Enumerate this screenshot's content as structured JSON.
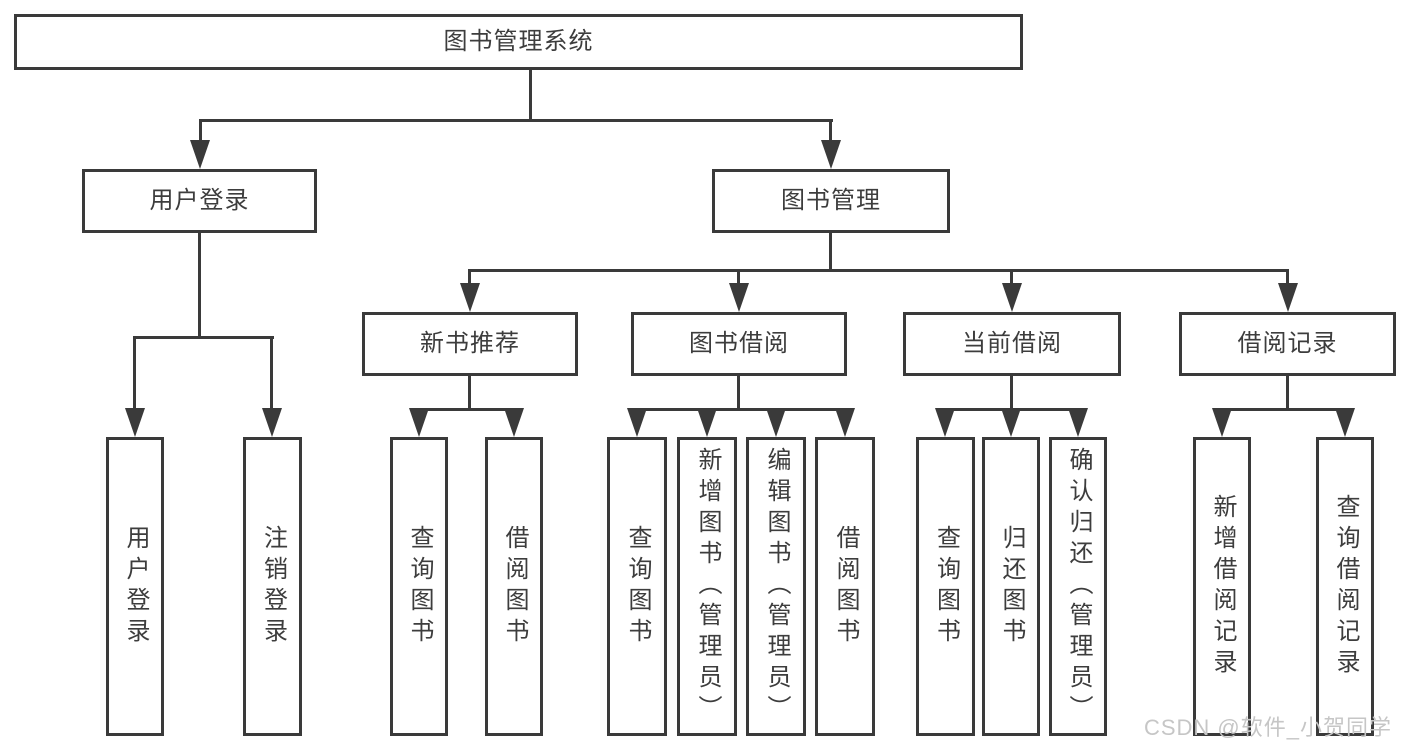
{
  "diagram": {
    "root": {
      "label": "图书管理系统"
    },
    "user_login": {
      "label": "用户登录",
      "children": [
        {
          "label": "用户登录"
        },
        {
          "label": "注销登录"
        }
      ]
    },
    "book_management": {
      "label": "图书管理",
      "sections": [
        {
          "label": "新书推荐",
          "children": [
            {
              "label": "查询图书"
            },
            {
              "label": "借阅图书"
            }
          ]
        },
        {
          "label": "图书借阅",
          "children": [
            {
              "label": "查询图书"
            },
            {
              "label": "新增图书（管理员）"
            },
            {
              "label": "编辑图书（管理员）"
            },
            {
              "label": "借阅图书"
            }
          ]
        },
        {
          "label": "当前借阅",
          "children": [
            {
              "label": "查询图书"
            },
            {
              "label": "归还图书"
            },
            {
              "label": "确认归还（管理员）"
            }
          ]
        },
        {
          "label": "借阅记录",
          "children": [
            {
              "label": "新增借阅记录"
            },
            {
              "label": "查询借阅记录"
            }
          ]
        }
      ]
    }
  },
  "watermark": {
    "text": "CSDN @软件_小贺同学"
  },
  "colors": {
    "line": "#3a3a3a",
    "text": "#3d3d3d",
    "box_fill": "#ffffff",
    "background": "#ffffff",
    "watermark": "#c6c6c6"
  }
}
